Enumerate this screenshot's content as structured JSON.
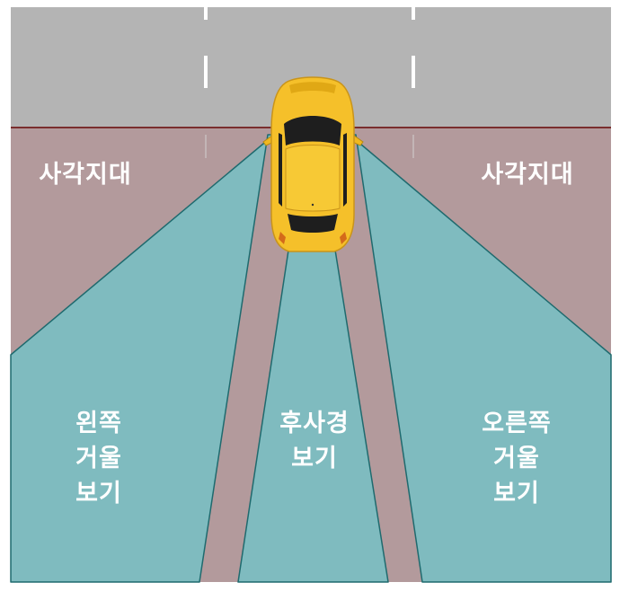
{
  "colors": {
    "road": "#b4b4b4",
    "blind_zone": "#b39a9c",
    "mirror_zone": "#7fbbbf",
    "zone_edge": "#1f6a6e",
    "horizon_line": "#7a2e2e",
    "lane_marking": "#ffffff",
    "car_body": "#f5c02a",
    "car_glass": "#1e1e1e"
  },
  "labels": {
    "blind_left": "사각지대",
    "blind_right": "사각지대",
    "left_mirror": [
      "왼쪽",
      "거울",
      "보기"
    ],
    "rear_mirror": [
      "후사경",
      "보기"
    ],
    "right_mirror": [
      "오른쪽",
      "거울",
      "보기"
    ]
  },
  "icons": {
    "vehicle": "car-top-view-icon"
  }
}
